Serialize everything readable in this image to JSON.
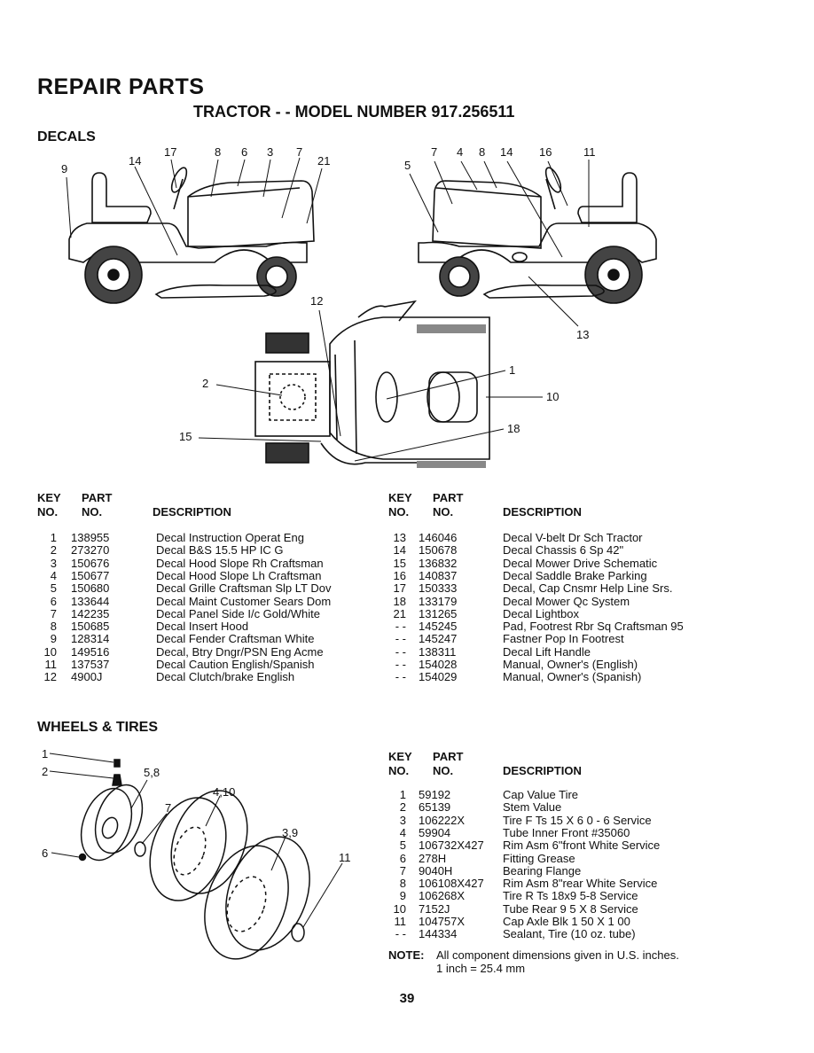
{
  "title": "REPAIR PARTS",
  "subtitle": "TRACTOR - - MODEL NUMBER 917.256511",
  "decals": {
    "heading": "DECALS",
    "diagram_labels": {
      "left_tractor": [
        "9",
        "14",
        "17",
        "8",
        "6",
        "3",
        "7",
        "21"
      ],
      "right_tractor": [
        "5",
        "7",
        "4",
        "8",
        "14",
        "16",
        "11",
        "13"
      ],
      "top_view": [
        "12",
        "2",
        "15",
        "1",
        "10",
        "18"
      ]
    },
    "table_header": {
      "key": "KEY",
      "no": "NO.",
      "part": "PART",
      "part_no": "NO.",
      "description": "DESCRIPTION"
    },
    "left_rows": [
      {
        "key": "1",
        "part": "138955",
        "desc": "Decal Instruction Operat Eng"
      },
      {
        "key": "2",
        "part": "273270",
        "desc": "Decal B&S 15.5 HP IC G"
      },
      {
        "key": "3",
        "part": "150676",
        "desc": "Decal Hood Slope Rh Craftsman"
      },
      {
        "key": "4",
        "part": "150677",
        "desc": "Decal Hood Slope Lh Craftsman"
      },
      {
        "key": "5",
        "part": "150680",
        "desc": "Decal Grille Craftsman Slp LT Dov"
      },
      {
        "key": "6",
        "part": "133644",
        "desc": "Decal Maint Customer Sears Dom"
      },
      {
        "key": "7",
        "part": "142235",
        "desc": "Decal Panel Side I/c Gold/White"
      },
      {
        "key": "8",
        "part": "150685",
        "desc": "Decal Insert Hood"
      },
      {
        "key": "9",
        "part": "128314",
        "desc": "Decal Fender Craftsman White"
      },
      {
        "key": "10",
        "part": "149516",
        "desc": "Decal, Btry Dngr/PSN Eng Acme"
      },
      {
        "key": "11",
        "part": "137537",
        "desc": "Decal Caution English/Spanish"
      },
      {
        "key": "12",
        "part": "4900J",
        "desc": "Decal Clutch/brake English"
      }
    ],
    "right_rows": [
      {
        "key": "13",
        "part": "146046",
        "desc": "Decal V-belt Dr Sch Tractor"
      },
      {
        "key": "14",
        "part": "150678",
        "desc": "Decal Chassis 6 Sp 42\""
      },
      {
        "key": "15",
        "part": "136832",
        "desc": "Decal Mower Drive Schematic"
      },
      {
        "key": "16",
        "part": "140837",
        "desc": "Decal Saddle Brake Parking"
      },
      {
        "key": "17",
        "part": "150333",
        "desc": "Decal, Cap Cnsmr Help Line Srs."
      },
      {
        "key": "18",
        "part": "133179",
        "desc": "Decal Mower Qc System"
      },
      {
        "key": "21",
        "part": "131265",
        "desc": "Decal Lightbox"
      },
      {
        "key": "- -",
        "part": "145245",
        "desc": "Pad, Footrest Rbr Sq Craftsman 95"
      },
      {
        "key": "- -",
        "part": "145247",
        "desc": "Fastner Pop In Footrest"
      },
      {
        "key": "- -",
        "part": "138311",
        "desc": "Decal Lift Handle"
      },
      {
        "key": "- -",
        "part": "154028",
        "desc": "Manual, Owner's (English)"
      },
      {
        "key": "- -",
        "part": "154029",
        "desc": "Manual, Owner's (Spanish)"
      }
    ]
  },
  "wheels": {
    "heading": "WHEELS & TIRES",
    "diagram_labels": [
      "1",
      "2",
      "5,8",
      "4,10",
      "7",
      "3,9",
      "6",
      "11"
    ],
    "rows": [
      {
        "key": "1",
        "part": "59192",
        "desc": "Cap Value Tire"
      },
      {
        "key": "2",
        "part": "65139",
        "desc": "Stem Value"
      },
      {
        "key": "3",
        "part": "106222X",
        "desc": "Tire F Ts 15 X 6 0 - 6 Service"
      },
      {
        "key": "4",
        "part": "59904",
        "desc": "Tube Inner Front #35060"
      },
      {
        "key": "5",
        "part": "106732X427",
        "desc": "Rim Asm 6\"front White Service"
      },
      {
        "key": "6",
        "part": "278H",
        "desc": "Fitting Grease"
      },
      {
        "key": "7",
        "part": "9040H",
        "desc": "Bearing Flange"
      },
      {
        "key": "8",
        "part": "106108X427",
        "desc": "Rim Asm 8\"rear White Service"
      },
      {
        "key": "9",
        "part": "106268X",
        "desc": "Tire R Ts 18x9 5-8 Service"
      },
      {
        "key": "10",
        "part": "7152J",
        "desc": "Tube Rear 9 5 X 8 Service"
      },
      {
        "key": "11",
        "part": "104757X",
        "desc": "Cap Axle Blk 1 50 X 1 00"
      },
      {
        "key": "- -",
        "part": "144334",
        "desc": "Sealant, Tire (10 oz. tube)"
      }
    ],
    "note_label": "NOTE:",
    "note_line1": "All component dimensions given in U.S. inches.",
    "note_line2": "1 inch = 25.4 mm"
  },
  "page_number": "39"
}
